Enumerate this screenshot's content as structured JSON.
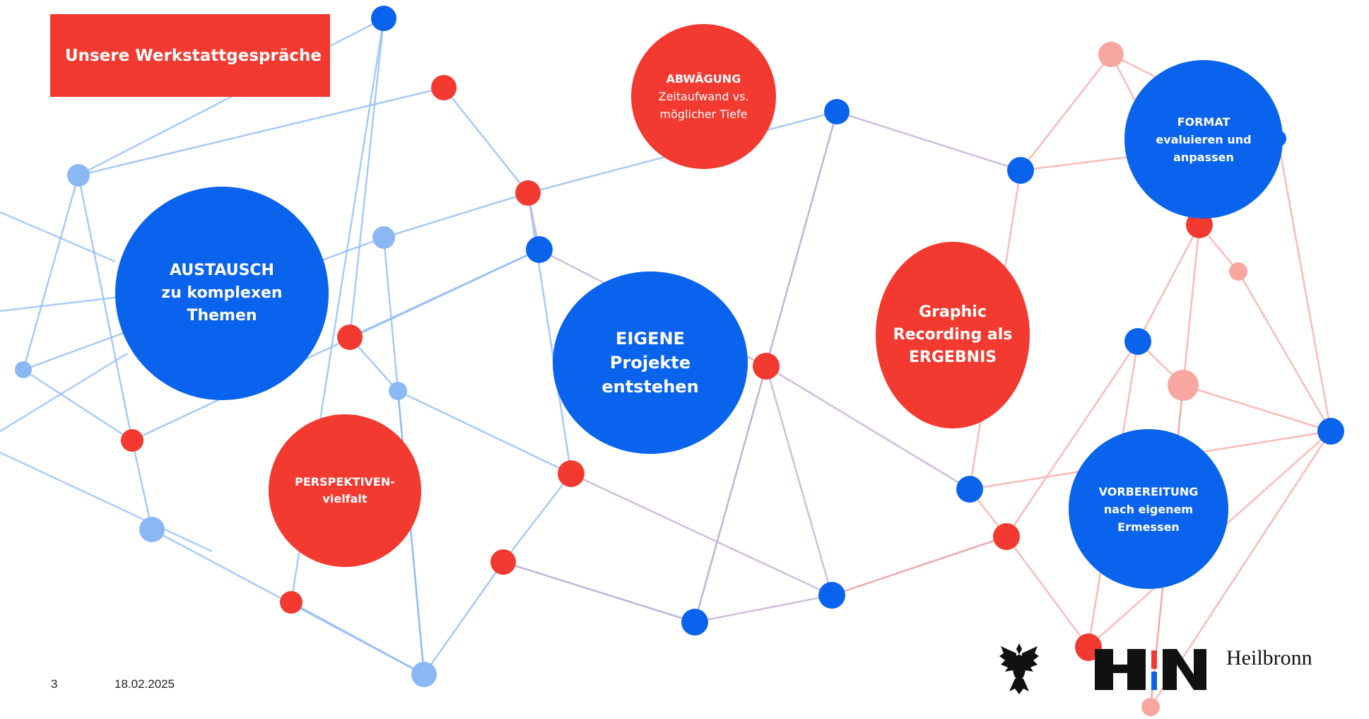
{
  "slide": {
    "title": "Unsere Werkstattgespräche",
    "page_number": "3",
    "date": "18.02.2025"
  },
  "bubbles": {
    "austausch": {
      "line1": "AUSTAUSCH",
      "line2": "zu komplexen Themen"
    },
    "perspektiven": {
      "line1": "PERSPEKTIVEN-",
      "line2": "vielfalt"
    },
    "abwaegung": {
      "line1": "ABWÄGUNG",
      "line2": "Zeitaufwand vs. möglicher Tiefe"
    },
    "eigene": {
      "line1": "EIGENE",
      "line2": "Projekte entstehen"
    },
    "graphic": {
      "line1": "Graphic Recording als",
      "line2": "ERGEBNIS"
    },
    "format": {
      "line1": "FORMAT",
      "line2": "evaluieren und anpassen"
    },
    "vorbereitung": {
      "line1": "VORBEREITUNG",
      "line2": "nach eigenem Ermessen"
    }
  },
  "logo": {
    "wordmark": "Heilbronn",
    "letters": "HN"
  },
  "colors": {
    "red": "#f23a30",
    "blue": "#0a63ec",
    "light_blue": "#8ab8f5",
    "light_red": "#f8a6a0"
  }
}
